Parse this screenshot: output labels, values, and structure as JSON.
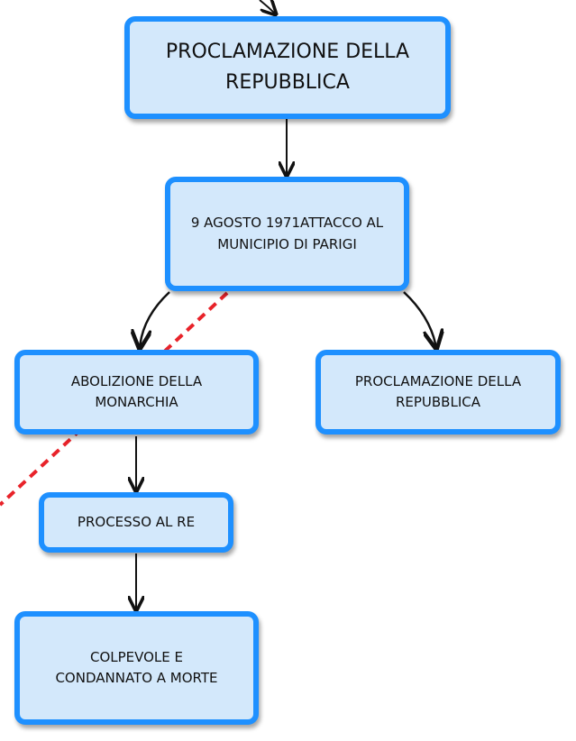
{
  "diagram": {
    "nodes": {
      "top": {
        "line1": "PROCLAMAZIONE DELLA",
        "line2": "REPUBBLICA"
      },
      "date": {
        "line1": "9 AGOSTO 1971ATTACCO AL",
        "line2": "MUNICIPIO DI PARIGI"
      },
      "abolizione": {
        "line1": "ABOLIZIONE DELLA",
        "line2": "MONARCHIA"
      },
      "proclamazione2": {
        "line1": "PROCLAMAZIONE DELLA",
        "line2": "REPUBBLICA"
      },
      "processo": {
        "line1": "PROCESSO AL RE"
      },
      "colpevole": {
        "line1": "COLPEVOLE E",
        "line2": "CONDANNATO A MORTE"
      }
    },
    "edges": [
      {
        "from": "above",
        "to": "top"
      },
      {
        "from": "top",
        "to": "date"
      },
      {
        "from": "date",
        "to": "abolizione"
      },
      {
        "from": "date",
        "to": "proclamazione2"
      },
      {
        "from": "abolizione",
        "to": "processo"
      },
      {
        "from": "processo",
        "to": "colpevole"
      }
    ],
    "colors": {
      "node_fill": "#d3e8fb",
      "node_border": "#1e90ff",
      "arrow": "#111111",
      "annotation_line": "#e8232a"
    }
  }
}
